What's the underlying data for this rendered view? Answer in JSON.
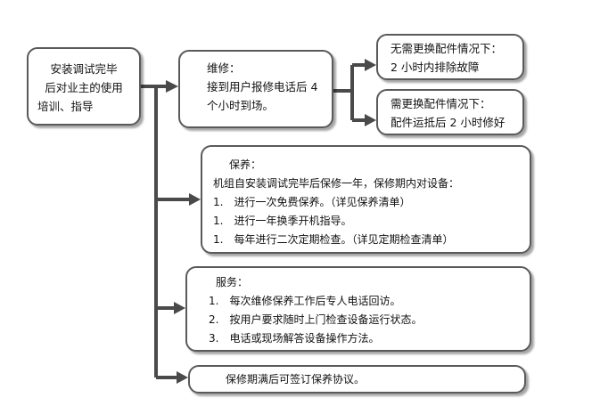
{
  "start": {
    "lines": [
      "安装调试完毕",
      "后对业主的使用",
      "培训、指导"
    ]
  },
  "repair": {
    "title": "维修：",
    "lines": [
      "接到用户报修电话后 4",
      "个小时到场。"
    ]
  },
  "no_parts": {
    "title": "无需更换配件情况下：",
    "text": "2 小时内排除故障"
  },
  "need_parts": {
    "title": "需更换配件情况下：",
    "text": "配件运抵后 2 小时修好"
  },
  "maintenance": {
    "title": "保养：",
    "intro": "机组自安装调试完毕后保修一年，保修期内对设备：",
    "items": [
      "1.　进行一次免费保养。（详见保养清单）",
      "1.　进行一年换季开机指导。",
      "1.　每年进行二次定期检查。（详见定期检查清单）"
    ]
  },
  "service": {
    "title": "服务：",
    "items": [
      "1.　每次维修保养工作后专人电话回访。",
      "2.　按用户要求随时上门检查设备运行状态。",
      "3.　电话或现场解答设备操作方法。"
    ]
  },
  "warranty_end": {
    "text": "保修期满后可签订保养协议。"
  }
}
